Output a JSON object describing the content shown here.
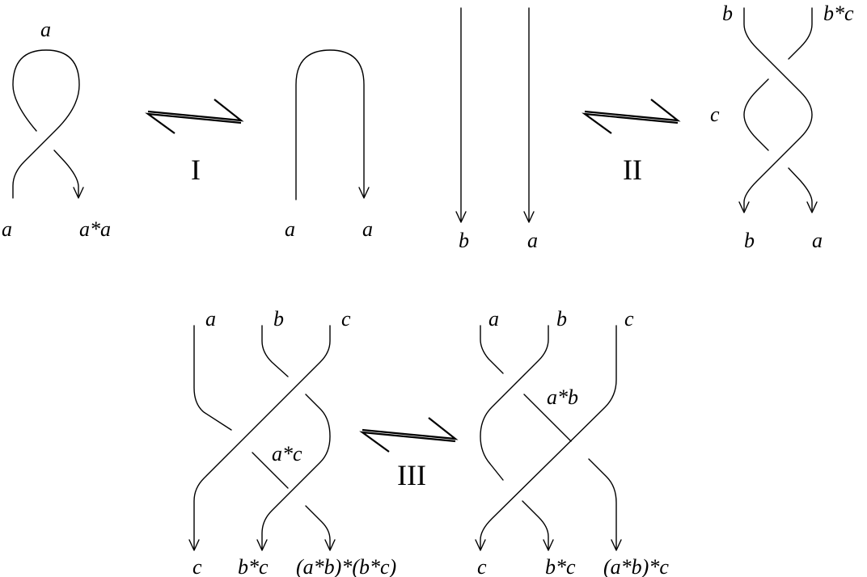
{
  "moves": {
    "move1": "I",
    "move2": "II",
    "move3": "III"
  },
  "labels": {
    "r1_left_top": "a",
    "r1_left_bl": "a",
    "r1_left_br": "a*a",
    "r1_right_bl": "a",
    "r1_right_br": "a",
    "r2_left_b": "b",
    "r2_left_a": "a",
    "r2_right_tl": "b",
    "r2_right_tr": "b*c",
    "r2_right_mid": "c",
    "r2_right_bl": "b",
    "r2_right_br": "a",
    "r3_left_top_a": "a",
    "r3_left_top_b": "b",
    "r3_left_top_c": "c",
    "r3_left_mid": "a*c",
    "r3_left_bot_1": "c",
    "r3_left_bot_2": "b*c",
    "r3_left_bot_3": "(a*b)*(b*c)",
    "r3_right_top_a": "a",
    "r3_right_top_b": "b",
    "r3_right_top_c": "c",
    "r3_right_mid": "a*b",
    "r3_right_bot_1": "c",
    "r3_right_bot_2": "b*c",
    "r3_right_bot_3": "(a*b)*c"
  }
}
